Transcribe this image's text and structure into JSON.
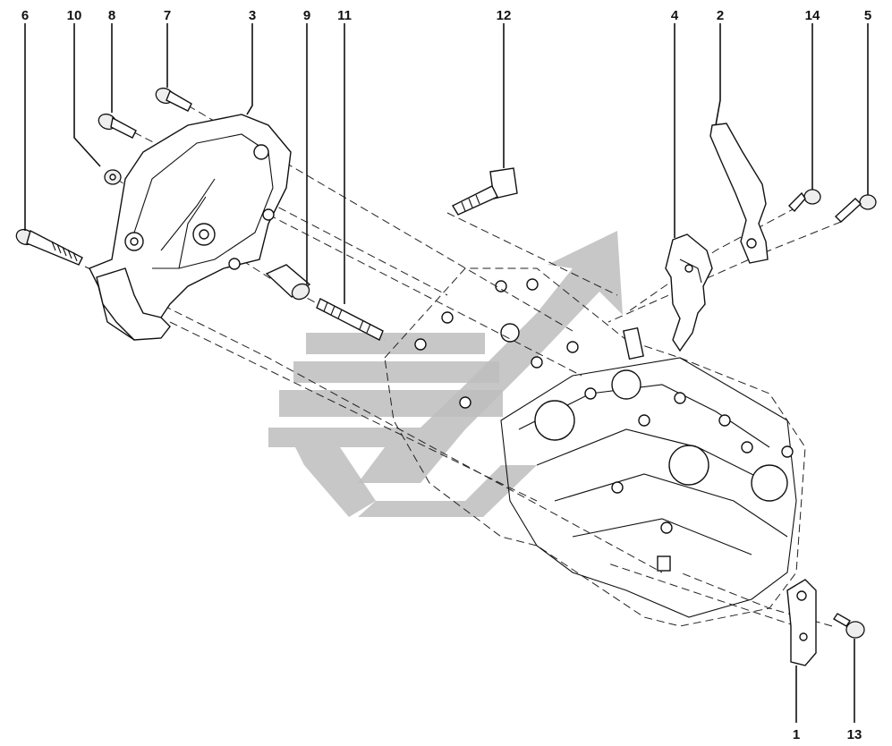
{
  "watermark": {
    "color": "#bdbdbd"
  },
  "callouts": [
    {
      "id": "6",
      "text": "6"
    },
    {
      "id": "10",
      "text": "10"
    },
    {
      "id": "8",
      "text": "8"
    },
    {
      "id": "7",
      "text": "7"
    },
    {
      "id": "3",
      "text": "3"
    },
    {
      "id": "9",
      "text": "9"
    },
    {
      "id": "11",
      "text": "11"
    },
    {
      "id": "12",
      "text": "12"
    },
    {
      "id": "4",
      "text": "4"
    },
    {
      "id": "2",
      "text": "2"
    },
    {
      "id": "14",
      "text": "14"
    },
    {
      "id": "5",
      "text": "5"
    },
    {
      "id": "1",
      "text": "1"
    },
    {
      "id": "13",
      "text": "13"
    }
  ]
}
